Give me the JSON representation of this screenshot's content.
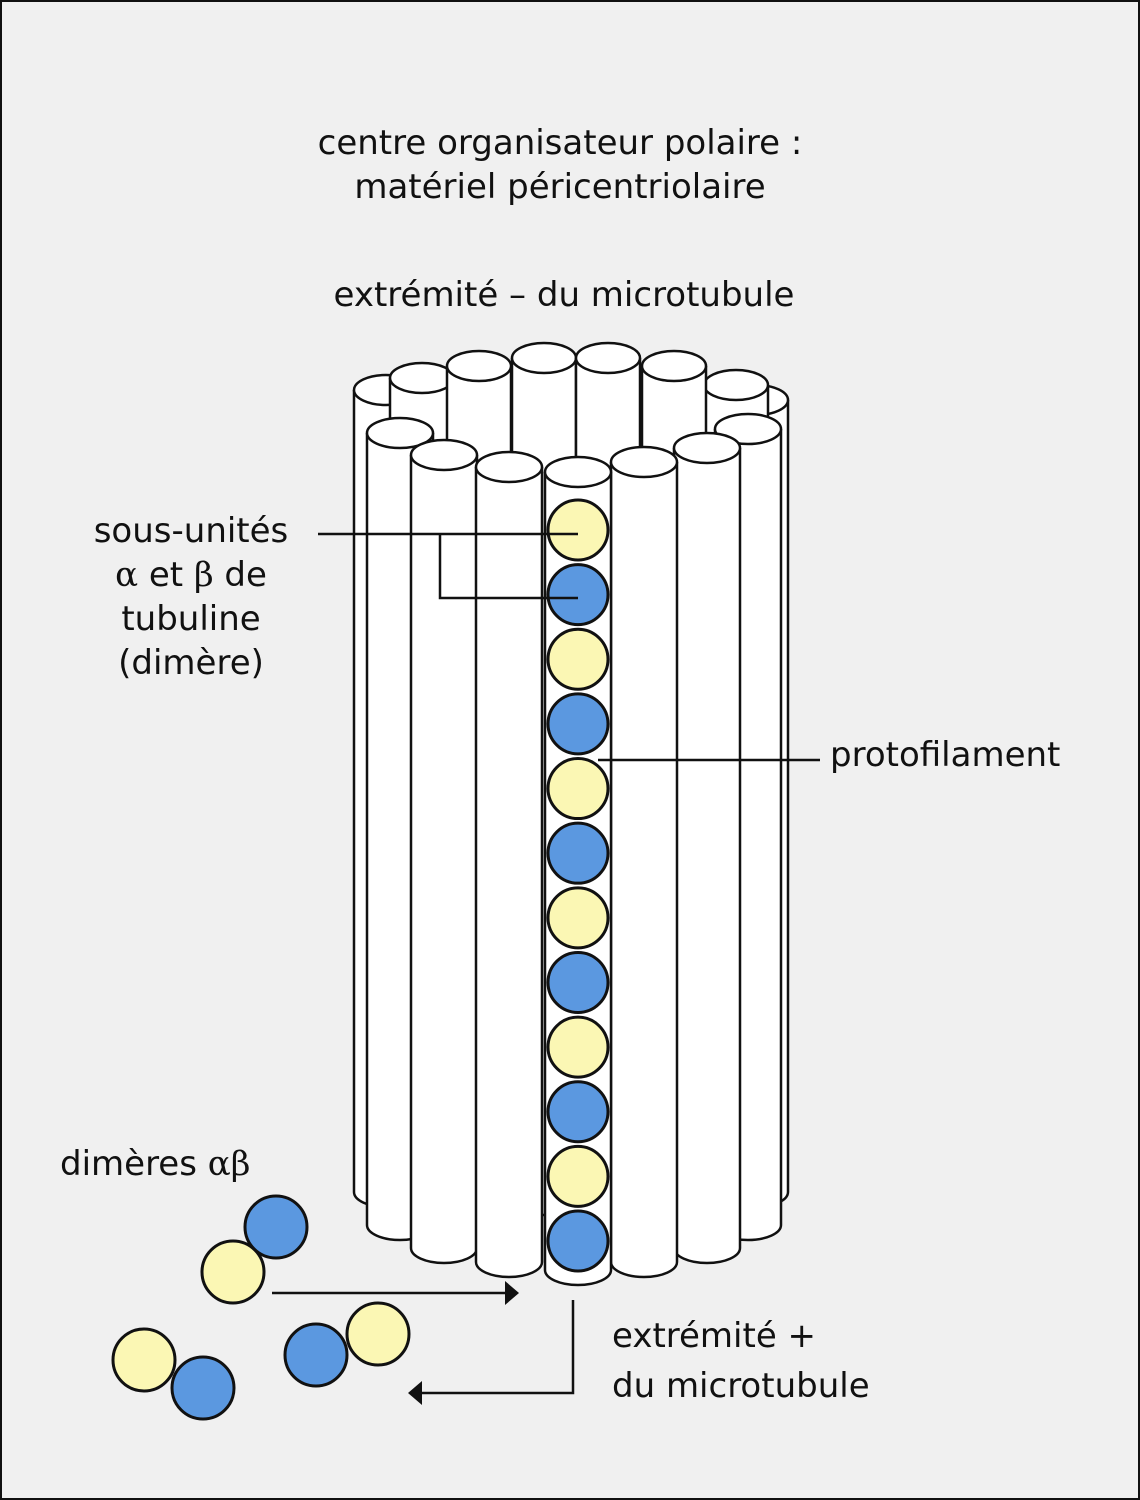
{
  "labels": {
    "centre_line1": "centre organisateur polaire :",
    "centre_line2": "matériel péricentriolaire",
    "minus_end": "extrémité – du microtubule",
    "subunits_line1": "sous-unités",
    "subunits_alpha": "α",
    "subunits_et": " et ",
    "subunits_beta": "β",
    "subunits_de": " de",
    "subunits_line3": "tubuline",
    "subunits_line4": "(dimère)",
    "protofilament": "protofilament",
    "dimers_text": "dimères ",
    "dimers_symbol": "αβ",
    "plus_end_line1": "extrémité +",
    "plus_end_line2": "du microtubule"
  },
  "colors": {
    "alpha_subunit": "#fbf7b4",
    "beta_subunit": "#5b98e0",
    "background": "#f0f0f0",
    "outline": "#111111"
  },
  "protofilament_sequence": [
    "alpha",
    "beta",
    "alpha",
    "beta",
    "alpha",
    "beta",
    "alpha",
    "beta",
    "alpha",
    "beta",
    "alpha",
    "beta"
  ],
  "free_dimers_count": 3
}
